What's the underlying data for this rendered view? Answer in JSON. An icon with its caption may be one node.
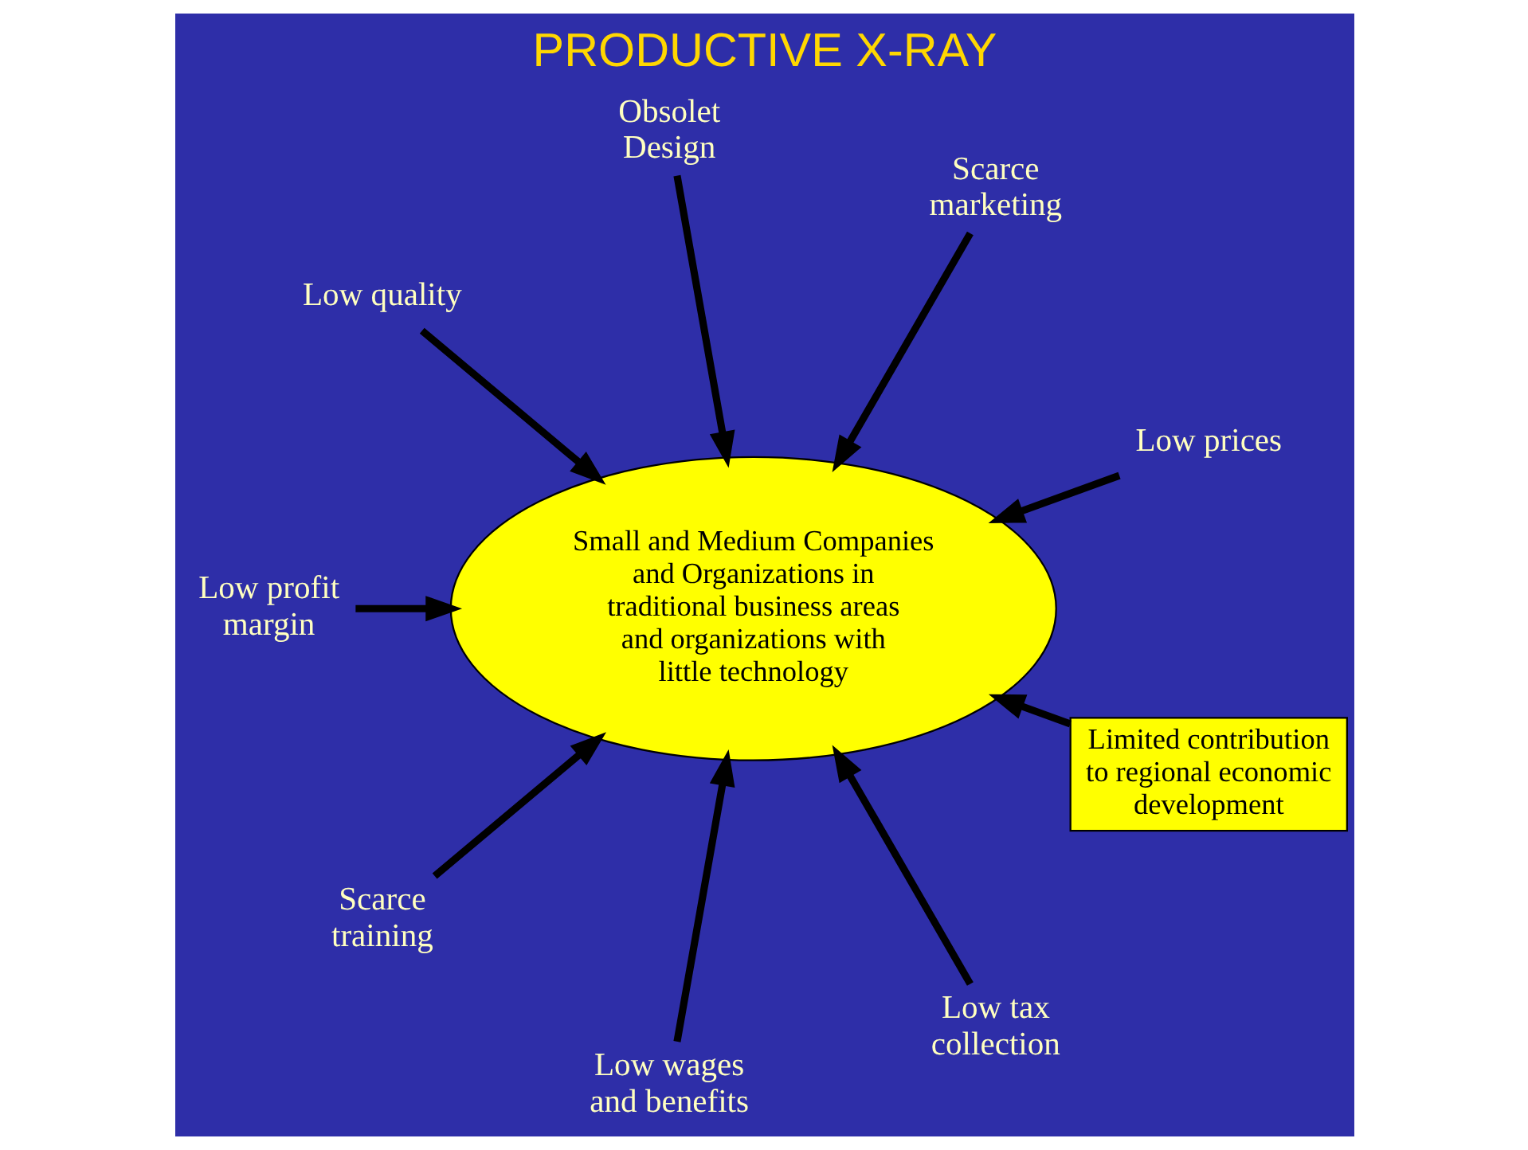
{
  "diagram": {
    "title": "PRODUCTIVE X-RAY",
    "nodes": [
      {
        "text": [
          "Small and Medium Companies and Organizations in traditional business areas and organizations with little technology"
        ]
      },
      {
        "text": [
          "Low prices"
        ]
      },
      {
        "text": [
          "Scarce marketing"
        ]
      },
      {
        "text": [
          "Obsolet Design"
        ]
      },
      {
        "text": [
          "Low quality"
        ]
      },
      {
        "text": [
          "Low profit margin"
        ]
      },
      {
        "text": [
          "Scarce training"
        ]
      },
      {
        "text": [
          "Low wages and benefits"
        ]
      },
      {
        "text": [
          "Low tax collection"
        ]
      },
      {
        "text": [
          "Limited contribution to regional economic development"
        ]
      }
    ],
    "edges": [
      {
        "from": 1,
        "to": 0,
        "arrow": "to"
      },
      {
        "from": 2,
        "to": 0,
        "arrow": "to"
      },
      {
        "from": 3,
        "to": 0,
        "arrow": "to"
      },
      {
        "from": 4,
        "to": 0,
        "arrow": "to"
      },
      {
        "from": 5,
        "to": 0,
        "arrow": "to"
      },
      {
        "from": 6,
        "to": 0,
        "arrow": "to"
      },
      {
        "from": 7,
        "to": 0,
        "arrow": "to"
      },
      {
        "from": 8,
        "to": 0,
        "arrow": "to"
      },
      {
        "from": 9,
        "to": 0,
        "arrow": "to"
      }
    ]
  }
}
